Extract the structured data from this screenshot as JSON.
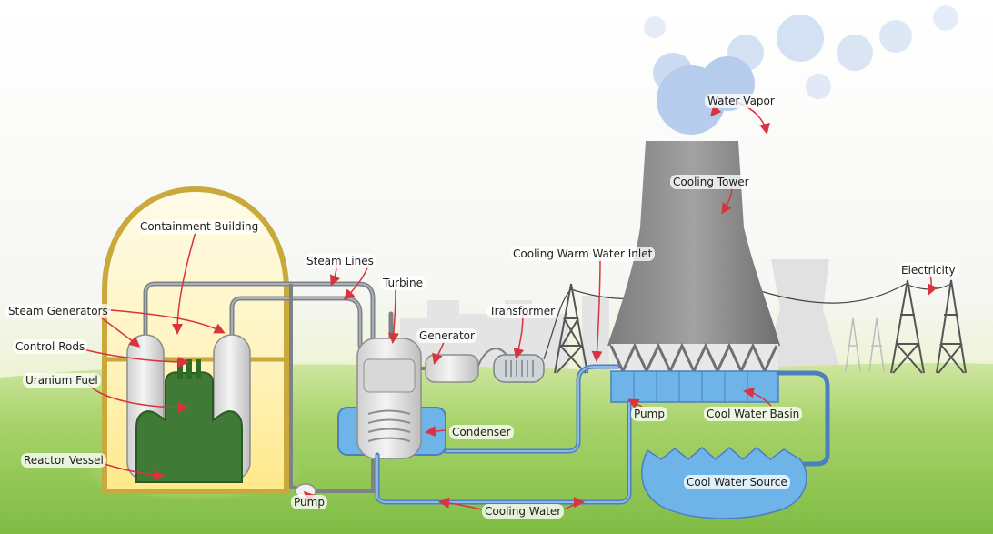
{
  "labels": {
    "water_vapor": "Water Vapor",
    "cooling_tower": "Cooling Tower",
    "containment_building": "Containment Building",
    "steam_lines": "Steam Lines",
    "cooling_warm_water_inlet": "Cooling Warm Water Inlet",
    "electricity": "Electricity",
    "turbine": "Turbine",
    "steam_generators": "Steam Generators",
    "transformer": "Transformer",
    "generator": "Generator",
    "control_rods": "Control Rods",
    "uranium_fuel": "Uranium Fuel",
    "pump_tower": "Pump",
    "cool_water_basin": "Cool Water Basin",
    "condenser": "Condenser",
    "reactor_vessel": "Reactor Vessel",
    "cool_water_source": "Cool Water Source",
    "pump_reactor": "Pump",
    "cooling_water": "Cooling Water"
  },
  "colors": {
    "arrow": "#d8343f",
    "pipe": "#7d8287",
    "water_pipe": "#4b7fc0",
    "dome": "#c9a93c",
    "fuel": "#3f7a36",
    "tower": "#8a8a8a",
    "basin": "#6fb4e8"
  }
}
